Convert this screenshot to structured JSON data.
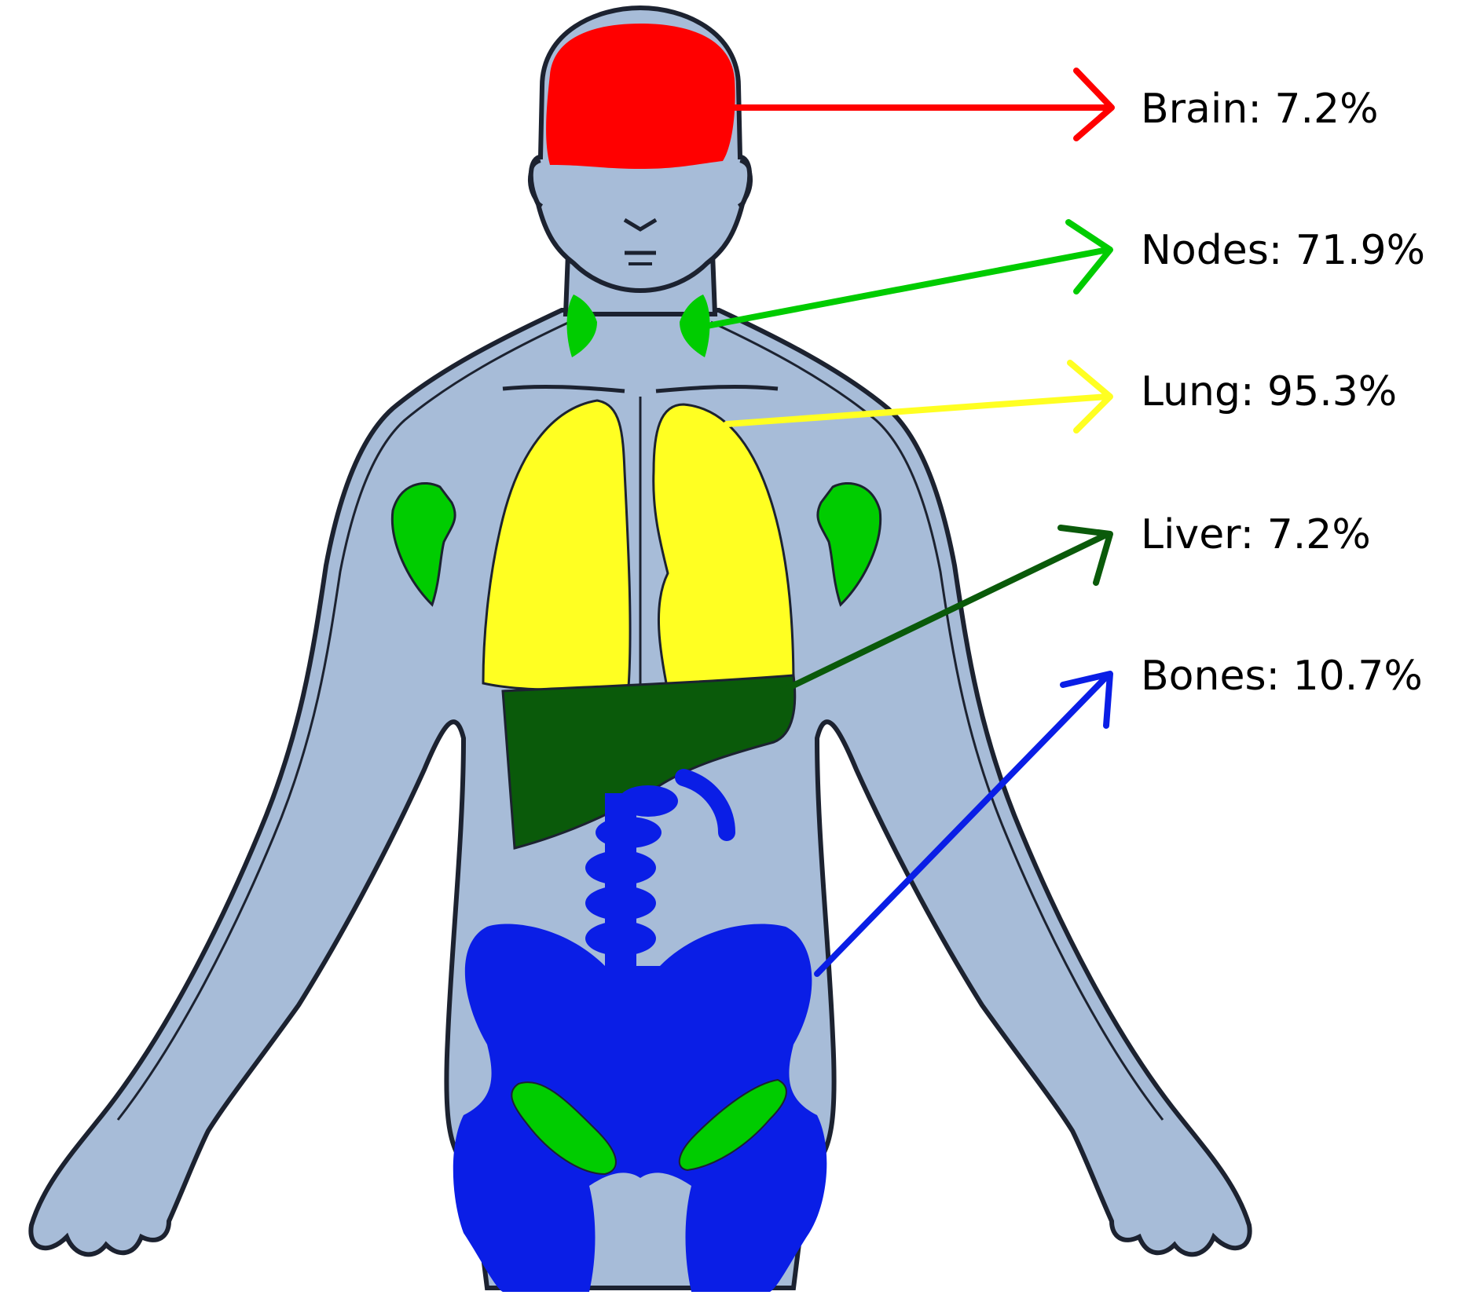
{
  "labels": {
    "brain": "Brain: 7.2%",
    "nodes": "Nodes: 71.9%",
    "lung": "Lung: 95.3%",
    "liver": "Liver: 7.2%",
    "bones": "Bones: 10.7%"
  },
  "colors": {
    "skin": "#a7bcd8",
    "outline": "#1c2230",
    "brain": "#ff0000",
    "nodes": "#00cc00",
    "lung": "#ffff22",
    "liver": "#0a5a0a",
    "bones": "#0a1ee6",
    "label": "#000000"
  },
  "sites": [
    {
      "id": "brain",
      "percent": 7.2
    },
    {
      "id": "nodes",
      "percent": 71.9
    },
    {
      "id": "lung",
      "percent": 95.3
    },
    {
      "id": "liver",
      "percent": 7.2
    },
    {
      "id": "bones",
      "percent": 10.7
    }
  ]
}
